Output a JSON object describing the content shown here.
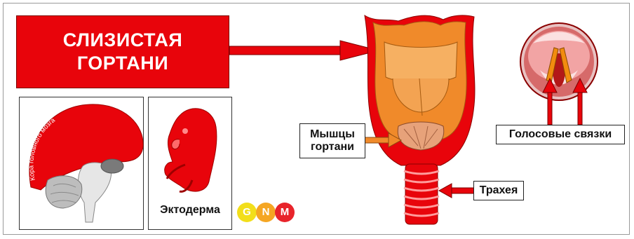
{
  "title": {
    "line1": "СЛИЗИСТАЯ",
    "line2": "ГОРТАНИ"
  },
  "brain": {
    "cortex_label": "Кора головного мозга"
  },
  "embryo": {
    "label": "Эктодерма"
  },
  "logo": {
    "letters": [
      "G",
      "N",
      "M"
    ]
  },
  "labels": {
    "muscles_line1": "Мышцы",
    "muscles_line2": "гортани",
    "vocal_cords": "Голосовые связки",
    "trachea": "Трахея"
  },
  "colors": {
    "red": "#e8040b",
    "dark_red": "#b30000",
    "orange": "#f0a030",
    "pink": "#f6c6c6"
  }
}
